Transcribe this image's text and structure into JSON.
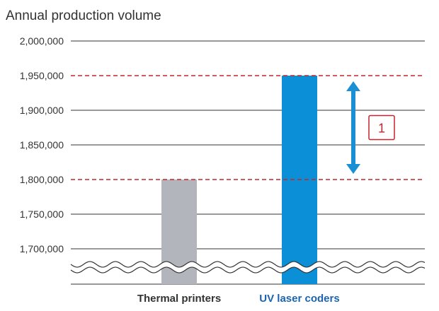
{
  "chart_data": {
    "type": "bar",
    "title": "Annual production volume",
    "xlabel": "",
    "ylabel": "",
    "categories": [
      "Thermal printers",
      "UV laser coders"
    ],
    "values": [
      1800000,
      1950000
    ],
    "ylim": [
      1650000,
      2000000
    ],
    "yticks": [
      1700000,
      1750000,
      1800000,
      1850000,
      1900000,
      1950000,
      2000000
    ],
    "ytick_labels": [
      "1,700,000",
      "1,750,000",
      "1,800,000",
      "1,850,000",
      "1,900,000",
      "1,950,000",
      "2,000,000"
    ],
    "axis_break": true,
    "grid": true,
    "reference_lines": [
      1800000,
      1950000
    ],
    "annotation": {
      "label": "1",
      "from": 1800000,
      "to": 1950000
    },
    "colors": {
      "Thermal printers": "#b2b5bb",
      "UV laser coders": "#0b8fd6",
      "reference_line": "#c1272d",
      "annotation_box": "#c1272d",
      "arrow": "#1b8fd3",
      "gridline": "#333333",
      "category_label_primary": "#333333",
      "category_label_highlight": "#1c64b0"
    }
  }
}
